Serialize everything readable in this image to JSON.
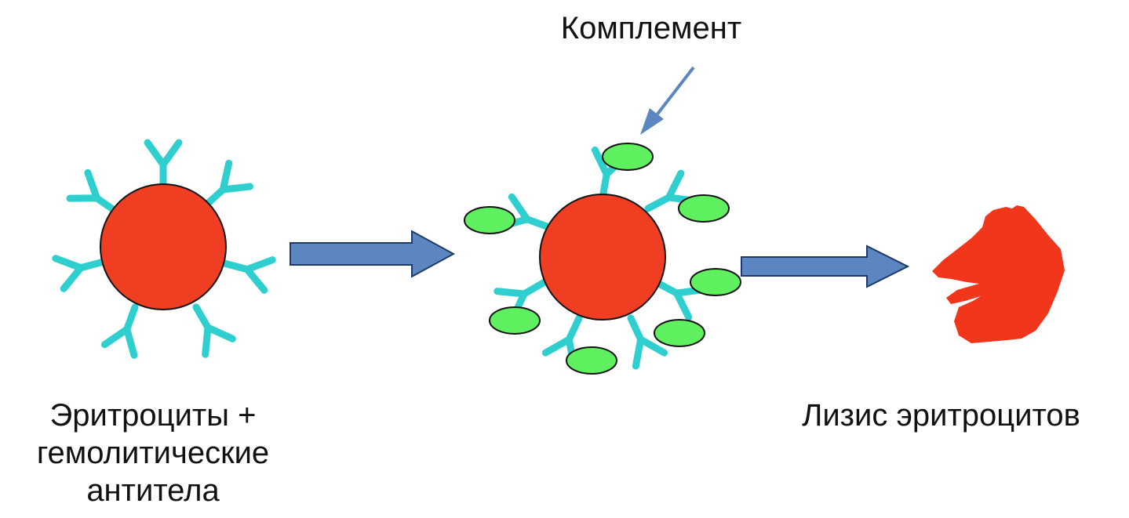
{
  "labels": {
    "complement": "Комплемент",
    "left_line1": "Эритроциты +",
    "left_line2": "гемолитические",
    "left_line3": "антитела",
    "right": "Лизис эритроцитов"
  },
  "colors": {
    "cell_fill": "#ef3e21",
    "cell_stroke": "#111111",
    "antibody": "#2fcfcf",
    "complement_fill": "#5ef05e",
    "complement_stroke": "#111111",
    "arrow_fill": "#5b86c2",
    "arrow_stroke": "#1f3a66",
    "lysed_cell": "#f2361c"
  }
}
